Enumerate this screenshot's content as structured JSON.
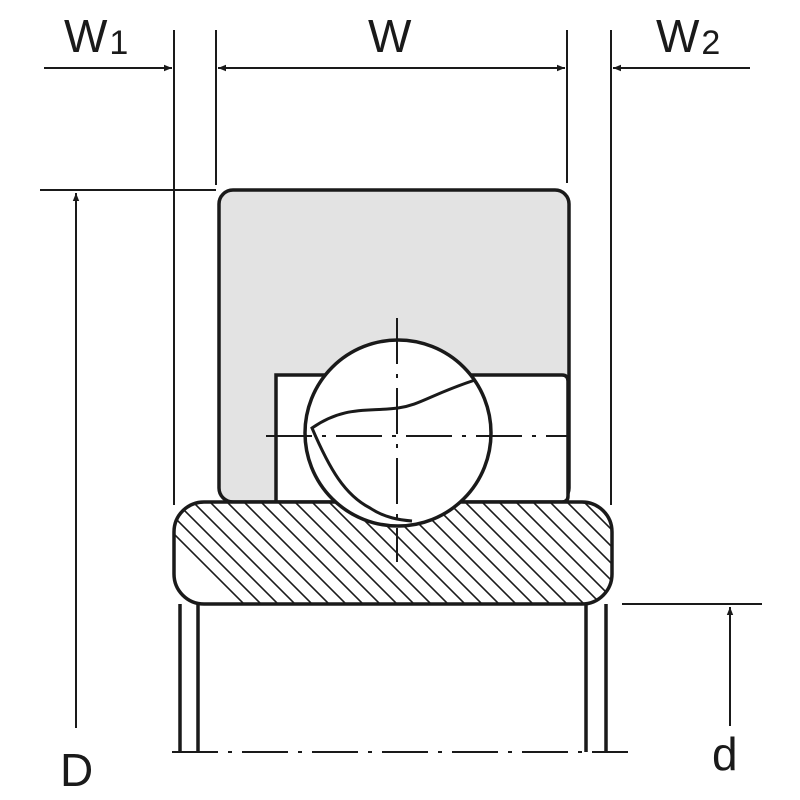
{
  "labels": {
    "w1": {
      "main": "W",
      "sub": "1"
    },
    "w": {
      "main": "W"
    },
    "w2": {
      "main": "W",
      "sub": "2"
    },
    "d_outer": {
      "main": "D"
    },
    "d_inner": {
      "main": "d"
    }
  },
  "colors": {
    "line": "#1a1a1a",
    "outer_ring_fill": "#e3e3e3",
    "background": "#ffffff"
  }
}
